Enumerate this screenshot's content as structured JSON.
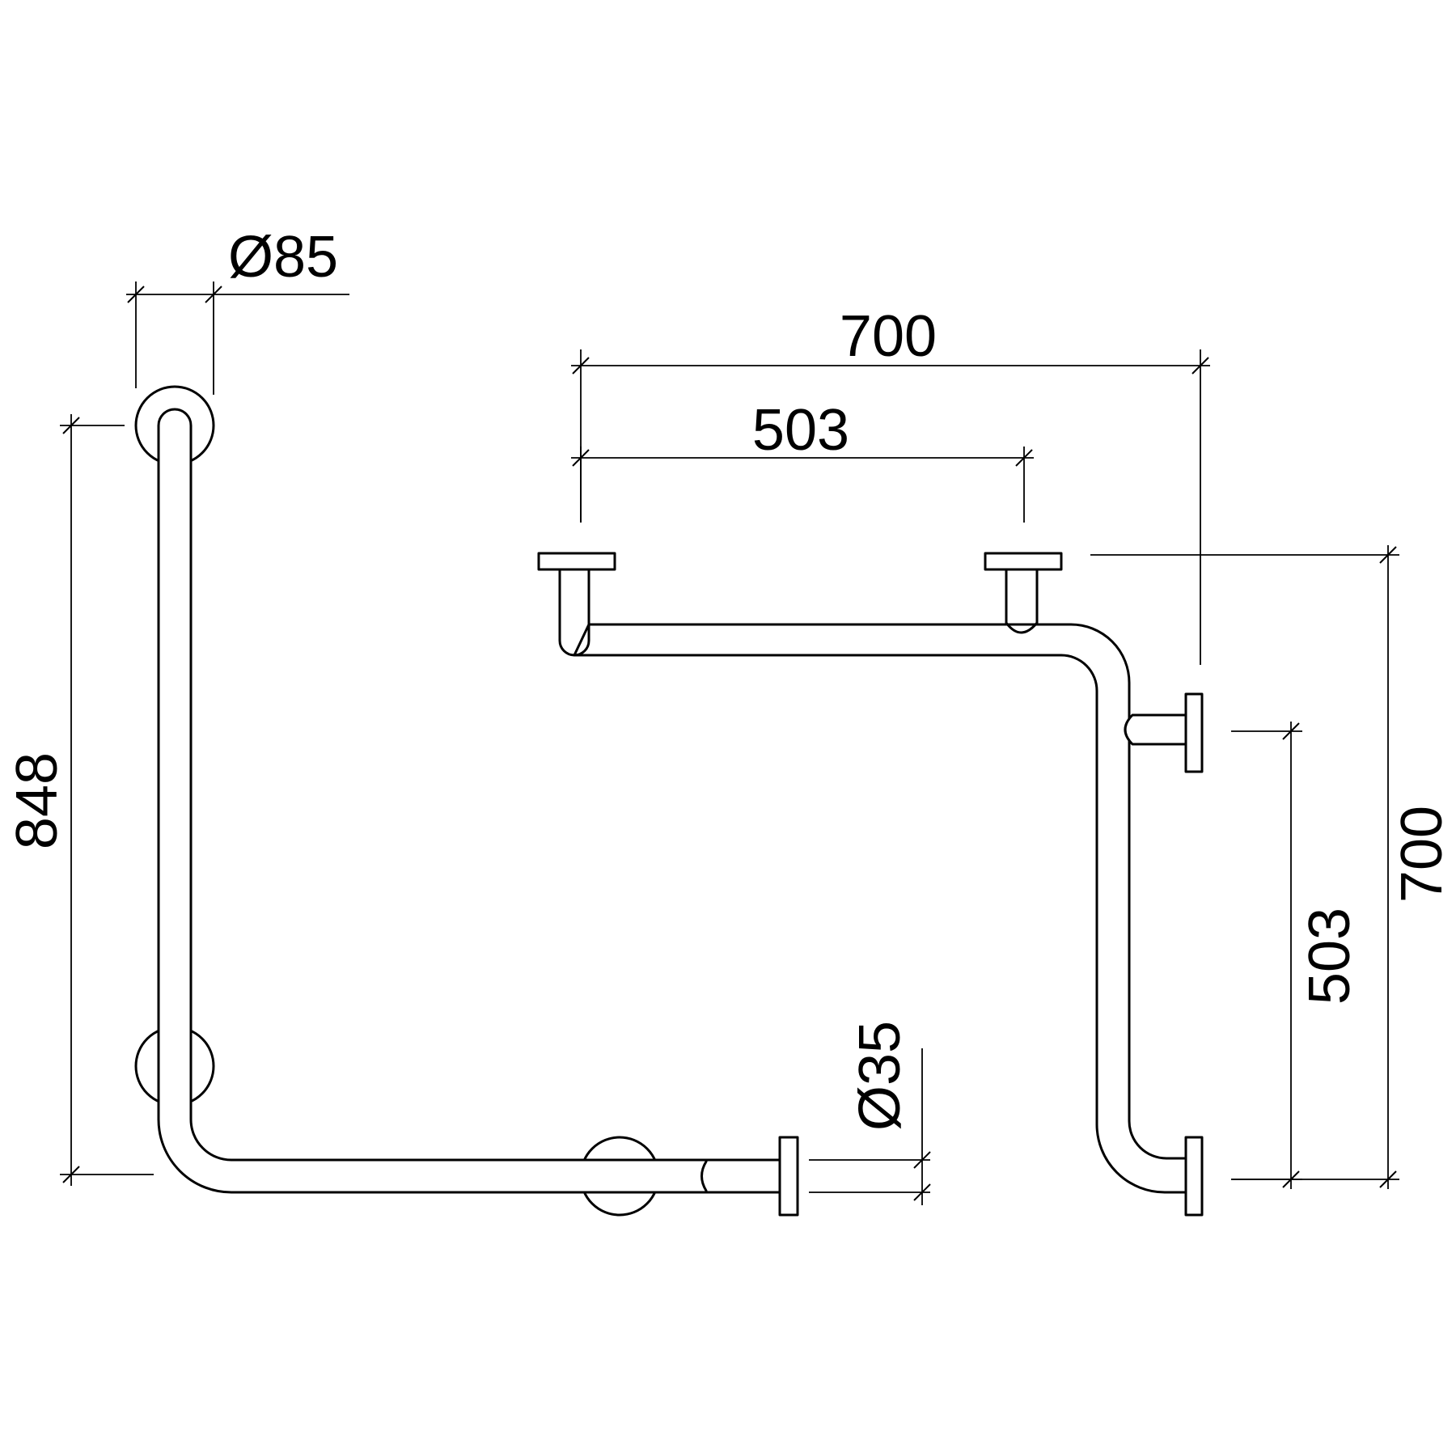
{
  "colors": {
    "line": "#000000",
    "background": "#ffffff"
  },
  "dimensions": {
    "flange_diameter": "Ø85",
    "tube_diameter": "Ø35",
    "height_left": "848",
    "top_width_700": "700",
    "top_width_503": "503",
    "right_height_503": "503",
    "right_height_700": "700"
  }
}
